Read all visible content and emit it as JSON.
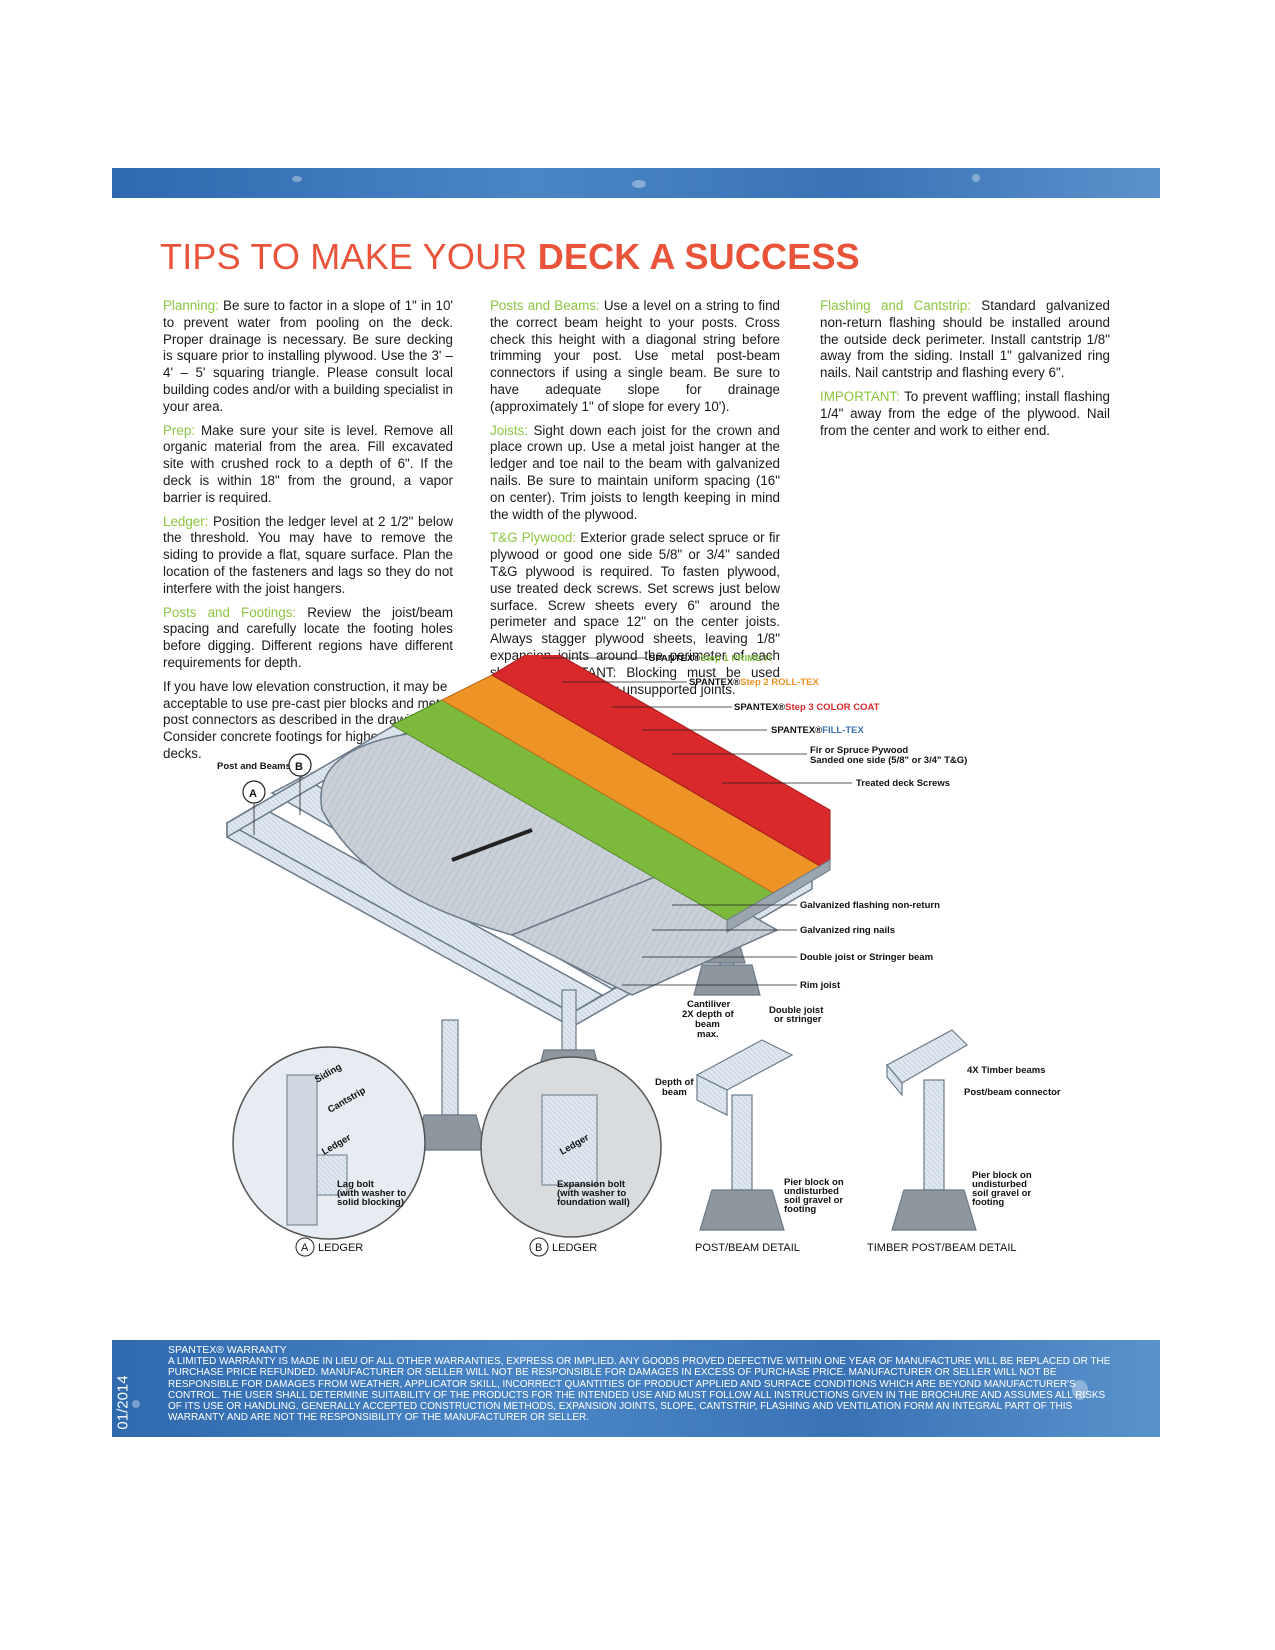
{
  "title": {
    "part1": "TIPS TO MAKE YOUR ",
    "part2": "DECK A SUCCESS"
  },
  "sections": {
    "planning": {
      "heading": "Planning:",
      "text": " Be sure to factor in a slope of 1\" in 10' to prevent water from pooling on the deck. Proper drainage is necessary. Be sure decking is square prior to installing plywood. Use the 3' – 4' – 5' squaring triangle. Please consult local building codes and/or with a building specialist in your area."
    },
    "prep": {
      "heading": "Prep:",
      "text": " Make sure your site is level. Remove all organic material from the area. Fill excavated site with crushed rock to a depth of 6\". If the deck is within 18\" from the ground, a vapor barrier is required."
    },
    "ledger": {
      "heading": "Ledger:",
      "text": " Position the ledger level at 2 1/2\" below the threshold. You may have to remove the siding to provide a flat, square surface. Plan the location of the fasteners and lags so they do not interfere with the joist hangers."
    },
    "posts_footings": {
      "heading": "Posts and Footings:",
      "text": " Review the joist/beam spacing and carefully locate the footing holes before digging. Different regions have different requirements for depth."
    },
    "low_elevation": {
      "text": "If you have low elevation construction, it may be acceptable to use pre-cast pier blocks and metal post connectors as described in the drawings. Consider concrete footings for higher elevation decks."
    },
    "posts_beams": {
      "heading": "Posts and Beams:",
      "text": " Use a level on a string to find the correct beam height to your posts. Cross check this height with a diagonal string before trimming your post. Use metal post-beam connectors if using a single beam. Be sure to have adequate slope for drainage (approximately 1\" of slope for every 10')."
    },
    "joists": {
      "heading": "Joists:",
      "text": " Sight down each joist for the crown and place crown up. Use a metal joist hanger at the ledger and toe nail to the beam with galvanized nails. Be sure to maintain uniform spacing (16\" on center). Trim joists to length keeping in mind the width of the plywood."
    },
    "tg_plywood": {
      "heading": "T&G Plywood:",
      "text": " Exterior grade select spruce or fir plywood or good one side 5/8\" or 3/4\" sanded T&G plywood is required. To fasten plywood, use treated deck screws. Set screws just below surface. Screw sheets every 6\" around the perimeter and space 12\" on the center joists. Always stagger plywood sheets, leaving 1/8\" expansion joints around the perimeter of each sheet. IMPORTANT: Blocking must be used under the plywood for unsupported joints."
    },
    "flashing": {
      "heading": "Flashing and Cantstrip:",
      "text": " Standard galvanized non-return flashing should be installed around the outside deck perimeter. Install cantstrip 1/8\" away from the siding. Install 1\" galvanized ring nails. Nail cantstrip and flashing every 6\"."
    },
    "important": {
      "heading": "IMPORTANT:",
      "text": " To prevent waffling; install flashing 1/4\" away from the edge of the plywood. Nail from the center and work to either end."
    }
  },
  "diagram_labels": {
    "step1_brand": "SPANTEX®",
    "step1": "Step 1 PRIME-IT",
    "step2_brand": "SPANTEX®",
    "step2": "Step 2 ROLL-TEX",
    "step3_brand": "SPANTEX®",
    "step3": "Step 3 COLOR COAT",
    "filltex_brand": "SPANTEX®",
    "filltex": "FILL-TEX",
    "plywood_1": "Fir or Spruce Pywood",
    "plywood_2": "Sanded one side (5/8\" or 3/4\" T&G)",
    "screws": "Treated deck Screws",
    "post_beams": "Post and Beams",
    "callout_a": "A",
    "callout_b": "B",
    "flashing": "Galvanized flashing non-return",
    "ring_nails": "Galvanized ring nails",
    "double_joist": "Double joist or Stringer beam",
    "rim_joist": "Rim joist",
    "cantilever_1": "Cantiliver",
    "cantilever_2": "2X depth of",
    "cantilever_3": "beam",
    "cantilever_4": "max.",
    "double_joist_2a": "Double joist",
    "double_joist_2b": "or stringer",
    "depth_beam_1": "Depth of",
    "depth_beam_2": "beam",
    "timber_beams": "4X Timber beams",
    "post_beam_connector": "Post/beam connector",
    "pier1_1": "Pier block on",
    "pier1_2": "undisturbed",
    "pier1_3": "soil gravel or",
    "pier1_4": "footing",
    "pier2_1": "Pier block on",
    "pier2_2": "undisturbed",
    "pier2_3": "soil gravel or",
    "pier2_4": "footing",
    "siding": "Siding",
    "cantstrip": "Cantstrip",
    "ledger_a": "Ledger",
    "ledger_b": "Ledger",
    "lag_1": "Lag bolt",
    "lag_2": "(with washer to",
    "lag_3": "solid blocking)",
    "exp_1": "Expansion bolt",
    "exp_2": "(with washer to",
    "exp_3": "foundation wall)",
    "cap_a_letter": "A",
    "cap_a": "LEDGER",
    "cap_b_letter": "B",
    "cap_b": "LEDGER",
    "cap_post_beam": "POST/BEAM DETAIL",
    "cap_timber": "TIMBER POST/BEAM DETAIL"
  },
  "warranty": {
    "title": "SPANTEX® WARRANTY",
    "text": "A LIMITED WARRANTY IS MADE IN LIEU OF ALL OTHER WARRANTIES, EXPRESS OR IMPLIED. ANY GOODS PROVED DEFECTIVE WITHIN ONE YEAR OF MANUFACTURE WILL BE REPLACED OR THE PURCHASE PRICE REFUNDED. MANUFACTURER OR SELLER WILL NOT BE RESPONSIBLE FOR DAMAGES IN EXCESS OF PURCHASE PRICE. MANUFACTURER OR SELLER WILL NOT BE RESPONSIBLE FOR DAMAGES FROM WEATHER, APPLICATOR SKILL, INCORRECT QUANTITIES OF PRODUCT APPLIED AND SURFACE CONDITIONS WHICH ARE BEYOND MANUFACTURER'S CONTROL. THE USER SHALL DETERMINE SUITABILITY OF THE PRODUCTS FOR THE INTENDED USE AND MUST FOLLOW ALL INSTRUCTIONS GIVEN IN THE BROCHURE AND ASSUMES ALL RISKS OF ITS USE OR HANDLING. GENERALLY ACCEPTED CONSTRUCTION METHODS, EXPANSION JOINTS, SLOPE, CANTSTRIP, FLASHING AND VENTILATION FORM AN INTEGRAL PART OF THIS WARRANTY AND ARE NOT THE RESPONSIBILITY OF THE MANUFACTURER OR SELLER."
  },
  "date_code": "01/2014",
  "colors": {
    "title": "#e8533a",
    "heading": "#8cc540",
    "red": "#d9292a",
    "orange": "#ee9326",
    "green": "#7dba3c",
    "blue_band": "#3a73b5",
    "step1": "#7dba3c",
    "step2": "#ee9326",
    "step3": "#d9292a",
    "filltex": "#3a73b5"
  }
}
